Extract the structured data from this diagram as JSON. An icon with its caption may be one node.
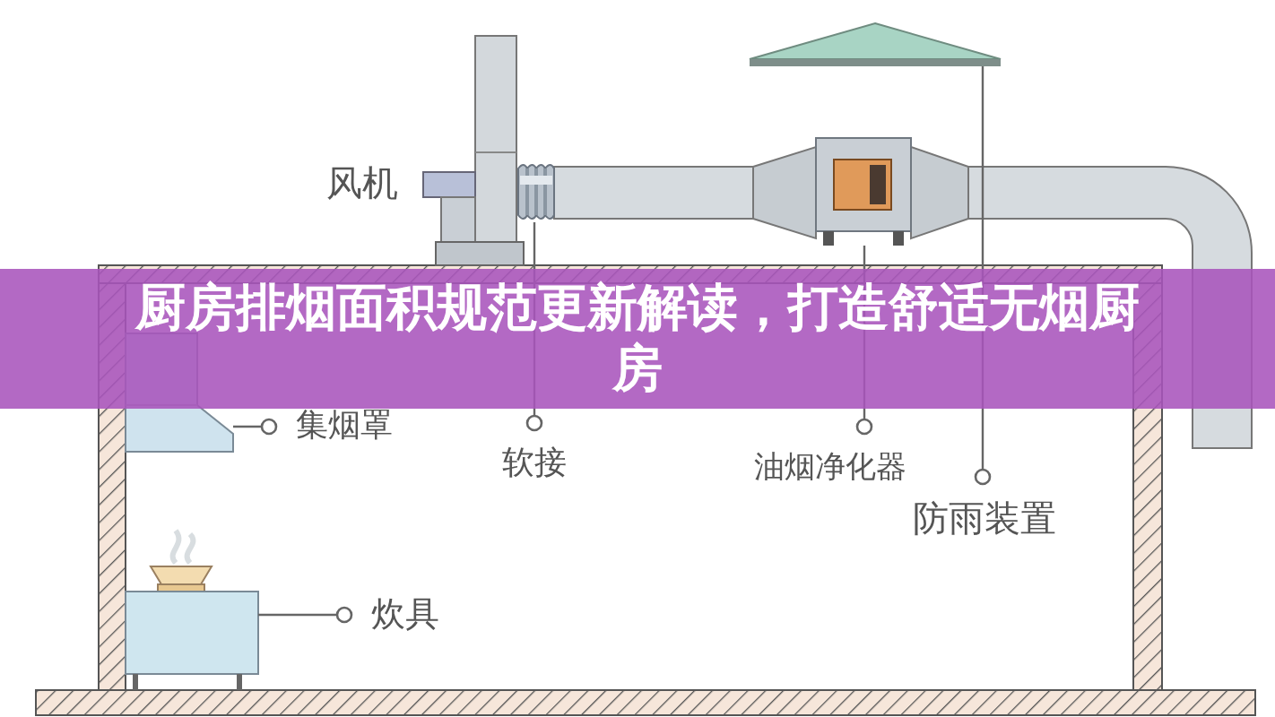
{
  "diagram": {
    "title": "厨房排烟面积规范更新解读，打造舒适无烟厨房",
    "nodes": [
      {
        "text": [
          "集烟罩"
        ]
      },
      {
        "text": [],
        "shape": "picture"
      },
      {
        "text": [
          "软接"
        ]
      },
      {
        "text": [],
        "shape": "picture"
      },
      {
        "text": [
          "油烟净化器"
        ]
      },
      {
        "text": [],
        "shape": "picture"
      },
      {
        "text": [
          "防雨装置"
        ]
      },
      {
        "text": [],
        "shape": "picture"
      },
      {
        "text": [
          "炊具"
        ]
      },
      {
        "text": [],
        "shape": "picture"
      }
    ],
    "edges": [
      {
        "from": 0,
        "to": 1,
        "arrow": "other"
      },
      {
        "from": 2,
        "to": 3,
        "arrow": "other"
      },
      {
        "from": 4,
        "to": 5,
        "arrow": "other"
      },
      {
        "from": 6,
        "to": 7,
        "arrow": "other"
      },
      {
        "from": 8,
        "to": 9,
        "arrow": "other"
      }
    ],
    "labels": [
      "风机"
    ]
  }
}
